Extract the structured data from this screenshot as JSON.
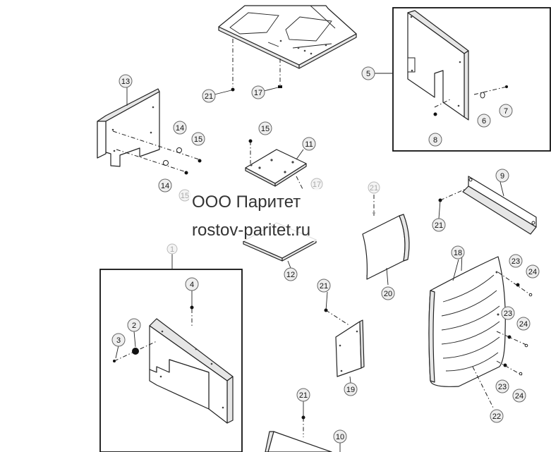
{
  "callouts": [
    {
      "id": "c1",
      "label": "1"
    },
    {
      "id": "c2",
      "label": "2"
    },
    {
      "id": "c3",
      "label": "3"
    },
    {
      "id": "c4",
      "label": "4"
    },
    {
      "id": "c5",
      "label": "5"
    },
    {
      "id": "c6",
      "label": "6"
    },
    {
      "id": "c7",
      "label": "7"
    },
    {
      "id": "c8",
      "label": "8"
    },
    {
      "id": "c9",
      "label": "9"
    },
    {
      "id": "c10",
      "label": "10"
    },
    {
      "id": "c11",
      "label": "11"
    },
    {
      "id": "c12",
      "label": "12"
    },
    {
      "id": "c13",
      "label": "13"
    },
    {
      "id": "c14a",
      "label": "14"
    },
    {
      "id": "c14b",
      "label": "14"
    },
    {
      "id": "c15a",
      "label": "15"
    },
    {
      "id": "c15b",
      "label": "15"
    },
    {
      "id": "c15c",
      "label": "15"
    },
    {
      "id": "c17a",
      "label": "17"
    },
    {
      "id": "c17b",
      "label": "17"
    },
    {
      "id": "c18",
      "label": "18"
    },
    {
      "id": "c19",
      "label": "19"
    },
    {
      "id": "c20",
      "label": "20"
    },
    {
      "id": "c21a",
      "label": "21"
    },
    {
      "id": "c21b",
      "label": "21"
    },
    {
      "id": "c21c",
      "label": "21"
    },
    {
      "id": "c21d",
      "label": "21"
    },
    {
      "id": "c21e",
      "label": "21"
    },
    {
      "id": "c22",
      "label": "22"
    },
    {
      "id": "c23a",
      "label": "23"
    },
    {
      "id": "c23b",
      "label": "23"
    },
    {
      "id": "c23c",
      "label": "23"
    },
    {
      "id": "c24a",
      "label": "24"
    },
    {
      "id": "c24b",
      "label": "24"
    },
    {
      "id": "c24c",
      "label": "24"
    }
  ],
  "watermark": {
    "line1": "ООО Паритет",
    "line2": "rostov-paritet.ru"
  }
}
